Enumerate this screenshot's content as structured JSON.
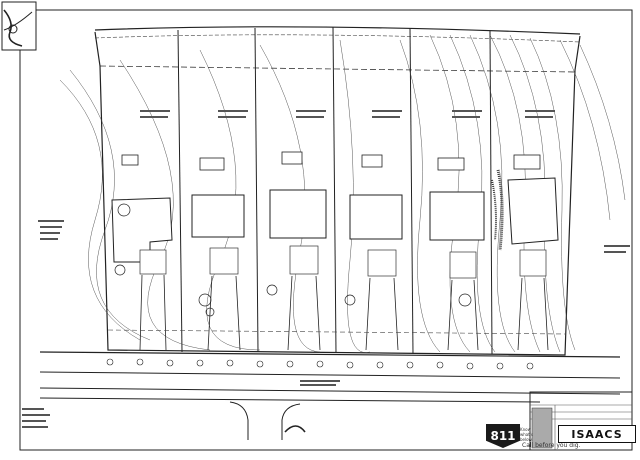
{
  "plan": {
    "lot_count": 6,
    "badge": {
      "number": "811"
    },
    "call_note": {
      "line1": "Know what's below.",
      "line2": "Call before you dig."
    },
    "firm_logo": "ISAACS"
  }
}
